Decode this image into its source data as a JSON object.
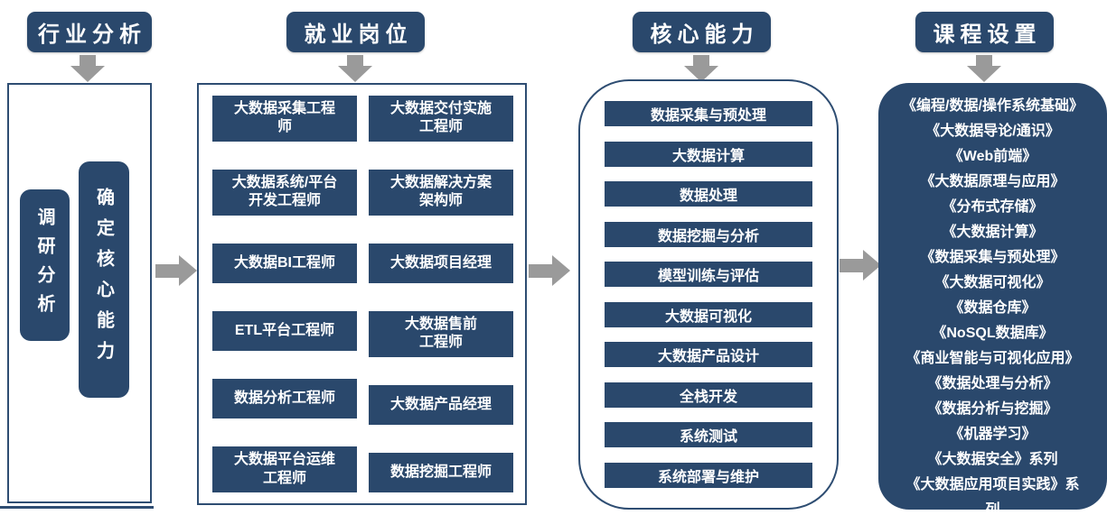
{
  "palette": {
    "primary_fill": "#2A486C",
    "outline": "#2E4D72",
    "arrow_gray": "#9A9A9A",
    "text_on_dark": "#FFFFFF"
  },
  "flow": {
    "industry": {
      "header": "行业分析",
      "research_pill": "调研分析",
      "core_pill": "确定核心能力"
    },
    "jobs": {
      "header": "就业岗位",
      "left": [
        "大数据采集工程\n师",
        "大数据系统/平台\n开发工程师",
        "大数据BI工程师",
        "ETL平台工程师",
        "数据分析工程师",
        "大数据平台运维\n工程师"
      ],
      "right": [
        "大数据交付实施\n工程师",
        "大数据解决方案\n架构师",
        "大数据项目经理",
        "大数据售前\n工程师",
        "大数据产品经理",
        "数据挖掘工程师"
      ]
    },
    "capabilities": {
      "header": "核心能力",
      "items": [
        "数据采集与预处理",
        "大数据计算",
        "数据处理",
        "数据挖掘与分析",
        "模型训练与评估",
        "大数据可视化",
        "大数据产品设计",
        "全栈开发",
        "系统测试",
        "系统部署与维护"
      ]
    },
    "courses": {
      "header": "课程设置",
      "items": [
        "《编程/数据/操作系统基础》",
        "《大数据导论/通识》",
        "《Web前端》",
        "《大数据原理与应用》",
        "《分布式存储》",
        "《大数据计算》",
        "《数据采集与预处理》",
        "《大数据可视化》",
        "《数据仓库》",
        "《NoSQL数据库》",
        "《商业智能与可视化应用》",
        "《数据处理与分析》",
        "《数据分析与挖掘》",
        "《机器学习》",
        "《大数据安全》系列",
        "《大数据应用项目实践》系\n列"
      ]
    }
  }
}
